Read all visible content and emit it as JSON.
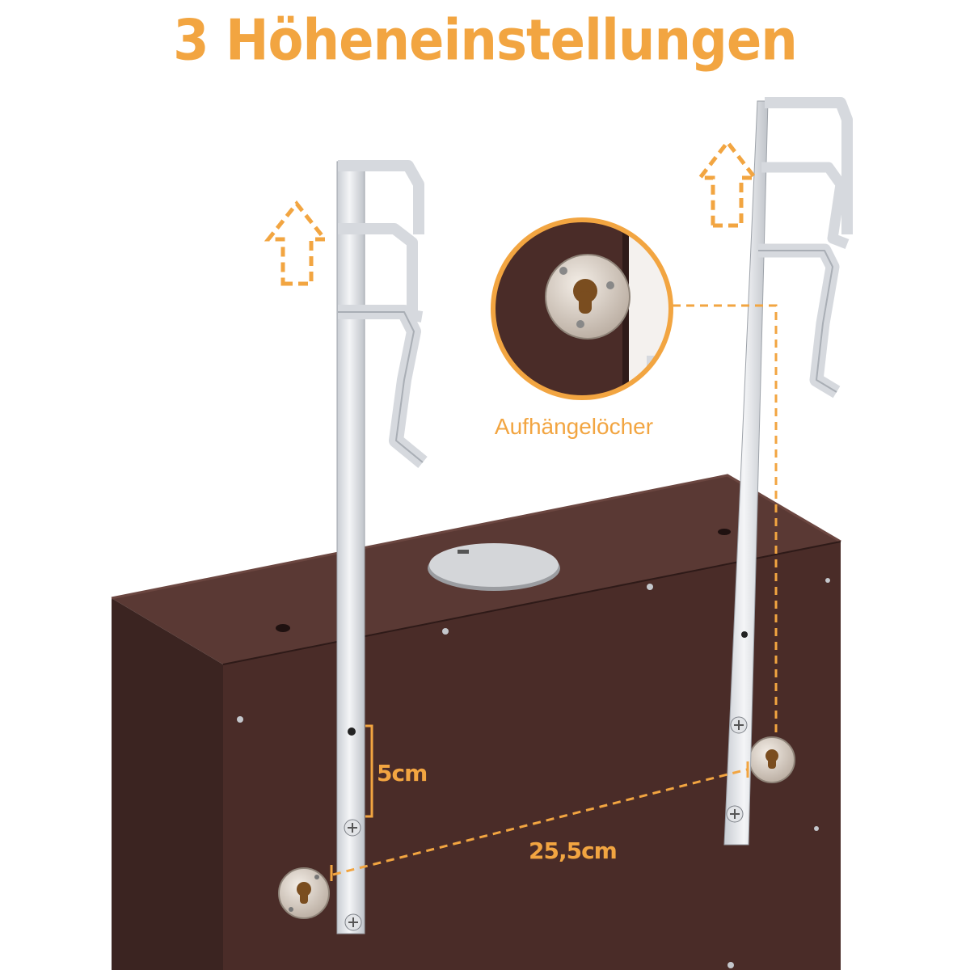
{
  "headline": "3 Höheneinstellungen",
  "callouts": {
    "hanging_holes": "Aufhängelöcher",
    "hole_spacing": "5cm",
    "hook_distance": "25,5cm"
  },
  "colors": {
    "accent": "#f2a541",
    "cabinet": "#4a2c28",
    "hook_metal": "#d6d9de"
  },
  "icons": [
    "arrow-up-dashed-icon",
    "keyhole-icon",
    "screw-icon"
  ]
}
